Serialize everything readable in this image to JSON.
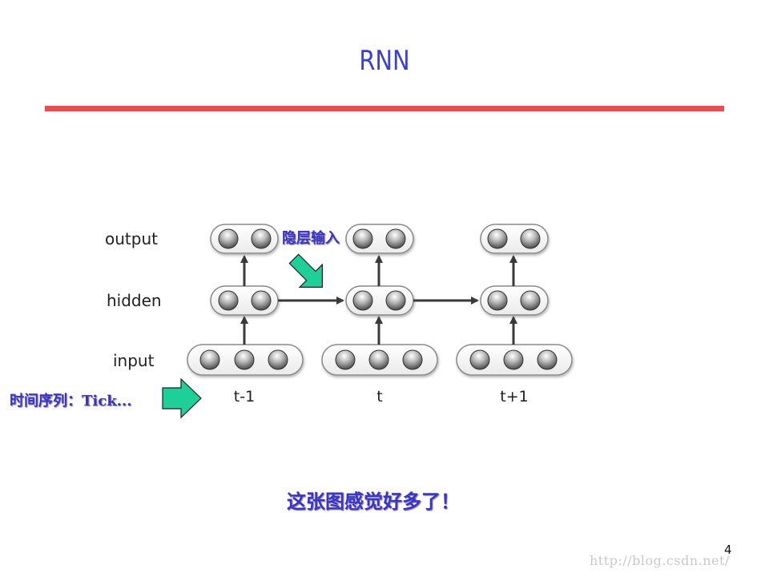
{
  "slide": {
    "title": "RNN",
    "page_number": "4",
    "watermark": "http://blog.csdn.net/",
    "accent_color": "#f04a4f",
    "title_color": "#3a3fd9"
  },
  "diagram": {
    "row_labels": {
      "output": "output",
      "hidden": "hidden",
      "input": "input"
    },
    "time_steps": [
      "t-1",
      "t",
      "t+1"
    ],
    "annotations": {
      "hidden_input": "隐层输入",
      "time_sequence": "时间序列：Tick...",
      "summary": "这张图感觉好多了！"
    },
    "arrow_color": "#1fcf98"
  }
}
